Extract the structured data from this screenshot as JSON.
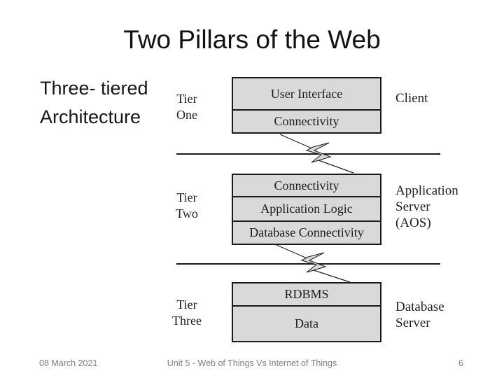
{
  "slide": {
    "title": "Two Pillars of the Web",
    "subtitle": {
      "line1": "Three- tiered",
      "line2": "Architecture"
    },
    "footer": {
      "date": "08 March 2021",
      "center_text": "Unit 5 - Web of Things Vs Internet of Things",
      "page_number": "6"
    }
  },
  "diagram": {
    "title": "Three-tiered architecture",
    "tiers": [
      {
        "name": "Tier One",
        "label_lines": [
          "Tier",
          "One"
        ],
        "boxes": [
          "User Interface",
          "Connectivity"
        ],
        "side_label_lines": [
          "Client"
        ]
      },
      {
        "name": "Tier Two",
        "label_lines": [
          "Tier",
          "Two"
        ],
        "boxes": [
          "Connectivity",
          "Application Logic",
          "Database Connectivity"
        ],
        "side_label_lines": [
          "Application",
          "Server",
          "(AOS)"
        ]
      },
      {
        "name": "Tier Three",
        "label_lines": [
          "Tier",
          "Three"
        ],
        "boxes": [
          "RDBMS",
          "Data"
        ],
        "side_label_lines": [
          "Database",
          "Server"
        ]
      }
    ],
    "connector": "network-break-bolt",
    "colors": {
      "box_fill": "#d9d9d9",
      "box_border": "#1a1a1a",
      "separator_line": "#1a1a1a",
      "footer_text": "#7f7f7f",
      "title_text": "#111111"
    }
  }
}
